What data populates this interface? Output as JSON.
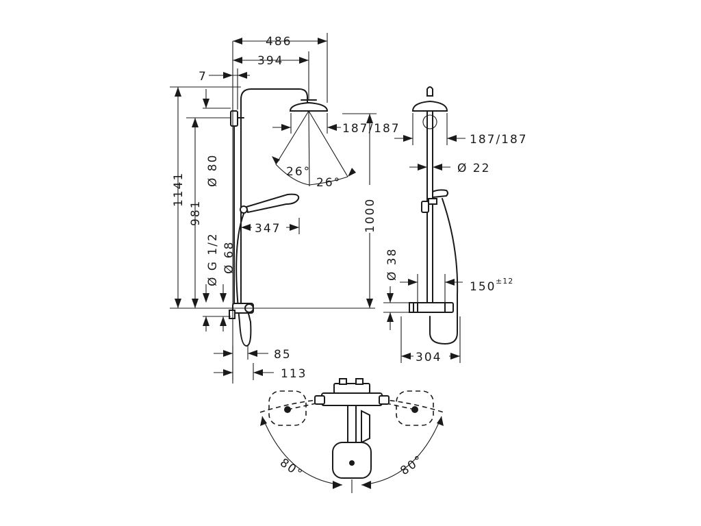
{
  "labels": {
    "dim_486": "486",
    "dim_394": "394",
    "dim_7": "7",
    "dim_1141": "1141",
    "dim_981": "981",
    "dim_80": "Ø 80",
    "dim_g12": "Ø G 1/2",
    "dim_68": "Ø 68",
    "dim_187_front": "187/187",
    "dim_angle_left": "26°",
    "dim_angle_right": "26°",
    "dim_1000": "1000",
    "dim_347": "347",
    "dim_85": "85",
    "dim_113": "113",
    "dim_187_side": "187/187",
    "dim_22": "Ø 22",
    "dim_38": "Ø 38",
    "dim_150": "150",
    "dim_150_tol": "±12",
    "dim_304": "304",
    "dim_80deg_left": "80°",
    "dim_80deg_right": "80°"
  },
  "colors": {
    "line": "#1a1a1a",
    "background": "#ffffff"
  }
}
